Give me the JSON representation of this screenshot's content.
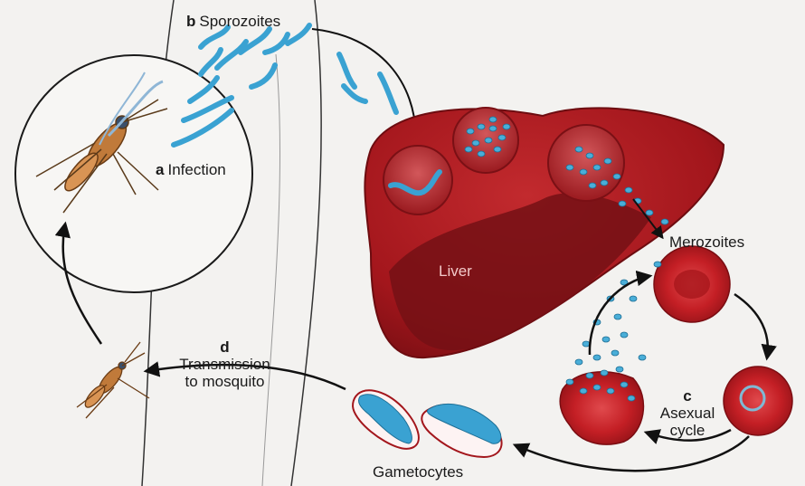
{
  "labels": {
    "sporozoites": {
      "letter": "b",
      "text": "Sporozoites"
    },
    "infection": {
      "letter": "a",
      "text": "Infection"
    },
    "liver": "Liver",
    "merozoites": "Merozoites",
    "asexual": {
      "letter": "c",
      "line1": "Asexual",
      "line2": "cycle"
    },
    "transmission": {
      "letter": "d",
      "line1": "Transmission",
      "line2": "to mosquito"
    },
    "gametocytes": "Gametocytes"
  },
  "colors": {
    "liver": "#a3161c",
    "liver_shadow": "#6f0d12",
    "blood_cell": "#c41f25",
    "parasite": "#4aaed8",
    "skin_line": "#333333",
    "arrow": "#111111"
  }
}
